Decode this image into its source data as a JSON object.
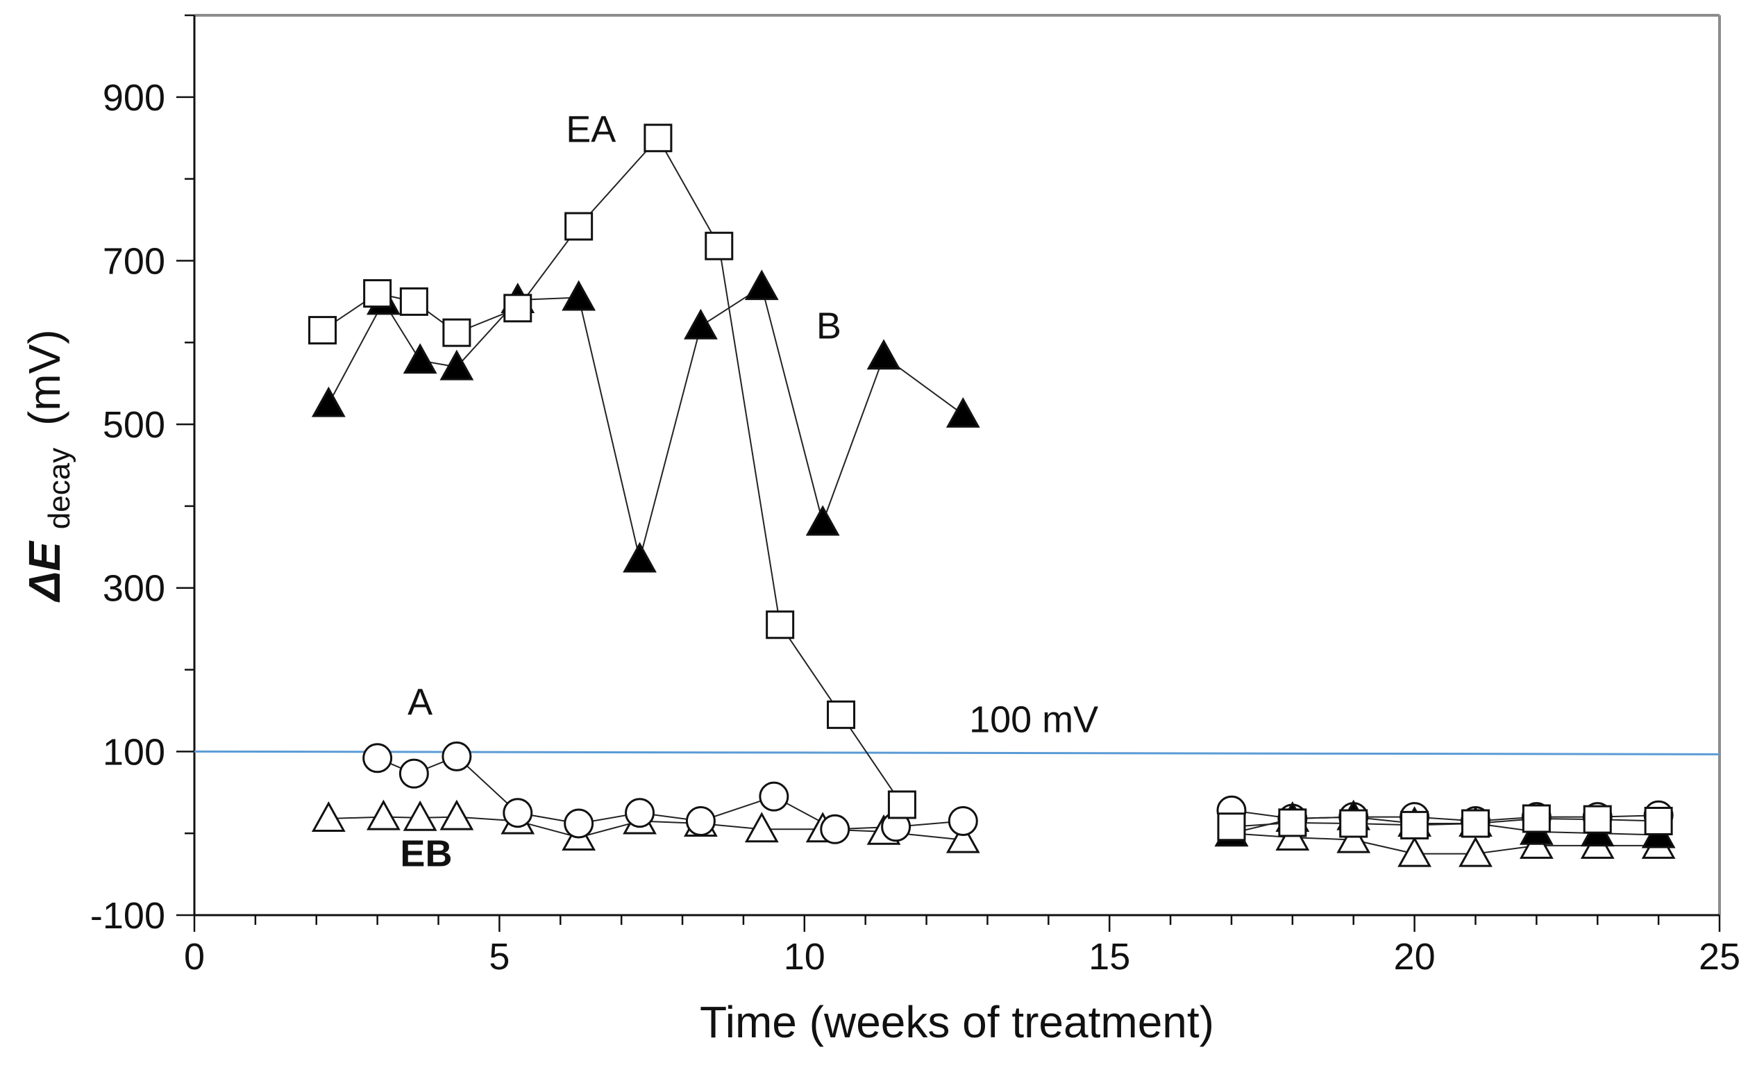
{
  "chart_data": {
    "type": "scatter",
    "title": "",
    "xlabel": "Time (weeks of treatment)",
    "ylabel": {
      "prefix": "ΔE",
      "subscript": "decay",
      "suffix": "(mV)"
    },
    "xlim": [
      0,
      25
    ],
    "ylim": [
      -100,
      1000
    ],
    "x_ticks": [
      0,
      5,
      10,
      15,
      20,
      25
    ],
    "y_ticks": [
      -100,
      100,
      300,
      500,
      700,
      900
    ],
    "grid": false,
    "legend": "none",
    "reference_line": {
      "label": "100 mV",
      "value": 100,
      "color": "#5b9bd5"
    },
    "series": [
      {
        "name": "EA",
        "marker": "square-open",
        "segments": [
          {
            "x": [
              2.1,
              3.0,
              3.6,
              4.3,
              5.3,
              6.3,
              7.6,
              8.6,
              9.6,
              10.6,
              11.6
            ],
            "y": [
              615,
              660,
              650,
              612,
              642,
              742,
              850,
              718,
              255,
              145,
              35
            ]
          },
          {
            "x": [
              17,
              18,
              19,
              20,
              21,
              22,
              23,
              24
            ],
            "y": [
              8,
              13,
              12,
              10,
              12,
              18,
              17,
              15
            ]
          }
        ]
      },
      {
        "name": "B",
        "marker": "triangle-filled",
        "segments": [
          {
            "x": [
              2.2,
              3.1,
              3.7,
              4.3,
              5.3,
              6.3,
              7.3,
              8.3,
              9.3,
              10.3,
              11.3,
              12.6
            ],
            "y": [
              525,
              650,
              578,
              570,
              652,
              655,
              335,
              620,
              668,
              380,
              583,
              512
            ]
          },
          {
            "x": [
              17,
              18,
              19,
              20,
              21,
              22,
              23,
              24
            ],
            "y": [
              0,
              18,
              20,
              12,
              12,
              2,
              0,
              -2
            ]
          }
        ]
      },
      {
        "name": "A",
        "marker": "circle-open",
        "segments": [
          {
            "x": [
              3.0,
              3.6,
              4.3,
              5.3,
              6.3,
              7.3,
              8.3,
              9.5,
              10.5,
              11.5,
              12.6
            ],
            "y": [
              92,
              73,
              94,
              25,
              12,
              25,
              15,
              45,
              5,
              8,
              15
            ]
          },
          {
            "x": [
              17,
              18,
              19,
              20,
              21,
              22,
              23,
              24
            ],
            "y": [
              28,
              18,
              20,
              20,
              15,
              20,
              20,
              22
            ]
          }
        ]
      },
      {
        "name": "EB",
        "marker": "triangle-open",
        "segments": [
          {
            "x": [
              2.2,
              3.1,
              3.7,
              4.3,
              5.3,
              6.3,
              7.3,
              8.3,
              9.3,
              10.3,
              11.3,
              12.6
            ],
            "y": [
              18,
              20,
              19,
              20,
              15,
              -5,
              15,
              12,
              5,
              5,
              2,
              -8
            ]
          },
          {
            "x": [
              17,
              18,
              19,
              20,
              21,
              22,
              23,
              24
            ],
            "y": [
              0,
              -5,
              -8,
              -25,
              -25,
              -15,
              -15,
              -15
            ]
          }
        ]
      }
    ],
    "annotations": [
      {
        "text": "EA",
        "bold": false,
        "x": 6.5,
        "y": 845
      },
      {
        "text": "B",
        "bold": false,
        "x": 10.4,
        "y": 605
      },
      {
        "text": "A",
        "bold": false,
        "x": 3.7,
        "y": 145
      },
      {
        "text": "EB",
        "bold": true,
        "x": 3.8,
        "y": -40
      }
    ]
  }
}
